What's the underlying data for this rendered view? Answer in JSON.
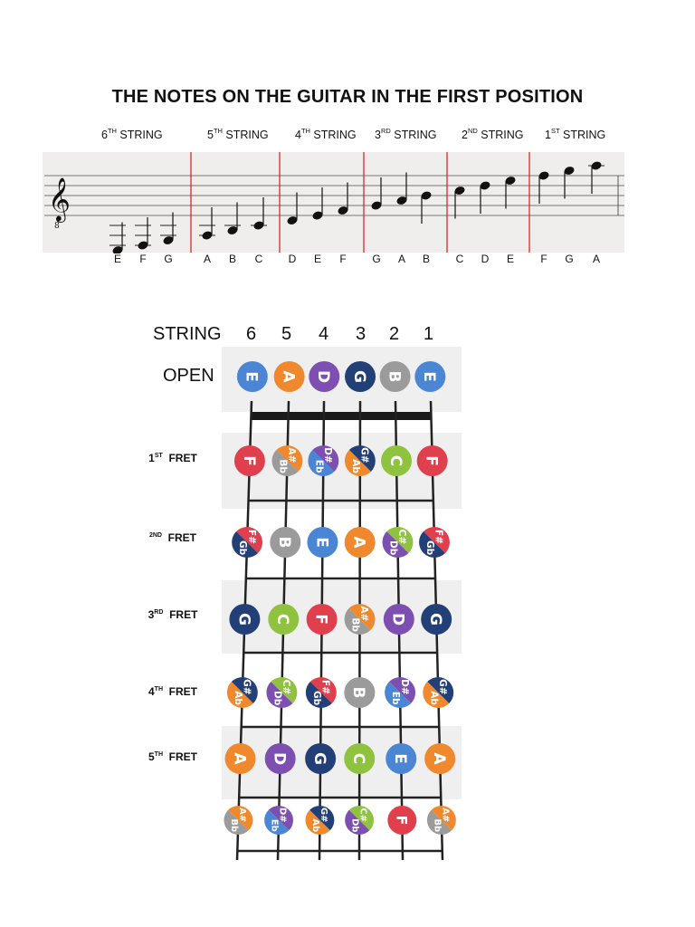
{
  "title": "THE NOTES ON THE GUITAR IN THE FIRST POSITION",
  "staff_headers": [
    {
      "num": "6",
      "sup": "TH",
      "word": "STRING"
    },
    {
      "num": "5",
      "sup": "TH",
      "word": "STRING"
    },
    {
      "num": "4",
      "sup": "TH",
      "word": "STRING"
    },
    {
      "num": "3",
      "sup": "RD",
      "word": "STRING"
    },
    {
      "num": "2",
      "sup": "ND",
      "word": "STRING"
    },
    {
      "num": "1",
      "sup": "ST",
      "word": "STRING"
    }
  ],
  "staff_notes": [
    "E",
    "F",
    "G",
    "A",
    "B",
    "C",
    "D",
    "E",
    "F",
    "G",
    "A",
    "B",
    "C",
    "D",
    "E",
    "F",
    "G",
    "A"
  ],
  "grid": {
    "string_heading": "STRING",
    "string_numbers": [
      "6",
      "5",
      "4",
      "3",
      "2",
      "1"
    ],
    "open_label": "OPEN",
    "fret_labels": [
      {
        "num": "1",
        "sup": "ST",
        "word": "FRET"
      },
      {
        "num": "",
        "sup": "2ND",
        "word": "FRET"
      },
      {
        "num": "3",
        "sup": "RD",
        "word": "FRET"
      },
      {
        "num": "4",
        "sup": "TH",
        "word": "FRET"
      },
      {
        "num": "5",
        "sup": "TH",
        "word": "FRET"
      }
    ],
    "rows": [
      [
        "E",
        "A",
        "D",
        "G",
        "B",
        "E"
      ],
      [
        "F",
        "A#/Bb",
        "D#/Eb",
        "G#/Ab",
        "C",
        "F"
      ],
      [
        "F#/Gb",
        "B",
        "E",
        "A",
        "C#/Db",
        "F#/Gb"
      ],
      [
        "G",
        "C",
        "F",
        "A#/Bb",
        "D",
        "G"
      ],
      [
        "G#/Ab",
        "C#/Db",
        "F#/Gb",
        "B",
        "D#/Eb",
        "G#/Ab"
      ],
      [
        "A",
        "D",
        "G",
        "C",
        "E",
        "A"
      ],
      [
        "A#/Bb",
        "D#/Eb",
        "G#/Ab",
        "C#/Db",
        "F",
        "A#/Bb"
      ]
    ]
  },
  "note_colors": {
    "E": "#4a86d4",
    "A": "#f0892d",
    "D": "#7d4fb0",
    "G": "#233f78",
    "B": "#9b9b9b",
    "F": "#e0404d",
    "C": "#8fc33f"
  }
}
